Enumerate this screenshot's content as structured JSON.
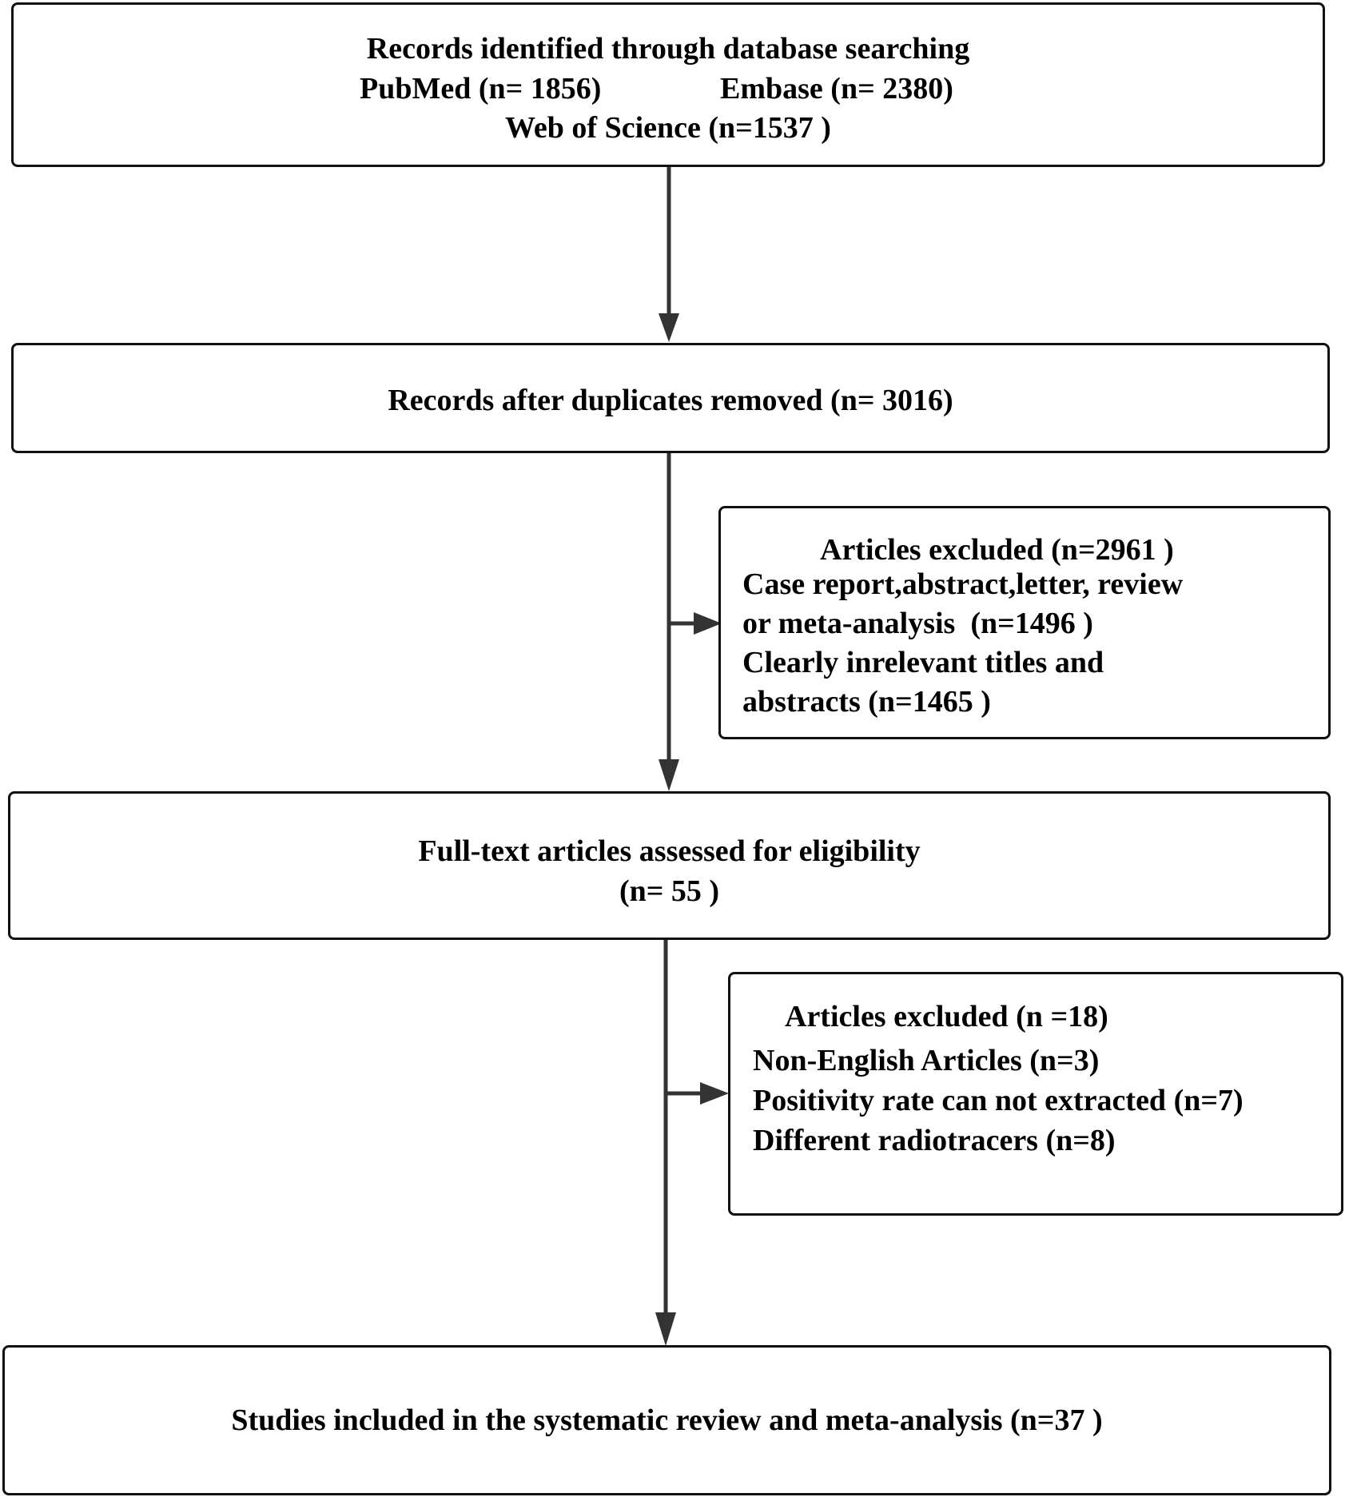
{
  "identification": {
    "title": "Records identified through database searching",
    "pubmed": "PubMed (n= 1856)",
    "embase": "Embase (n= 2380)",
    "wos": "Web of Science (n=1537 )"
  },
  "screening": {
    "text": "Records after duplicates removed (n= 3016)"
  },
  "exclusion1": {
    "title": "Articles excluded (n=2961 )",
    "line1": "Case report,abstract,letter, review",
    "line2": "or meta-analysis  (n=1496 )",
    "line3": "Clearly inrelevant titles and",
    "line4": "abstracts (n=1465 )"
  },
  "eligibility": {
    "line1": "Full-text articles assessed for eligibility",
    "line2": "(n= 55 )"
  },
  "exclusion2": {
    "title": "Articles excluded (n =18)",
    "line1": "Non-English Articles (n=3)",
    "line2": "Positivity rate can not extracted (n=7)",
    "line3": "Different radiotracers (n=8)"
  },
  "included": {
    "text": "Studies included in the systematic review and meta-analysis (n=37 )"
  },
  "colors": {
    "stroke": "#333333",
    "text": "#000000",
    "background": "#ffffff"
  }
}
